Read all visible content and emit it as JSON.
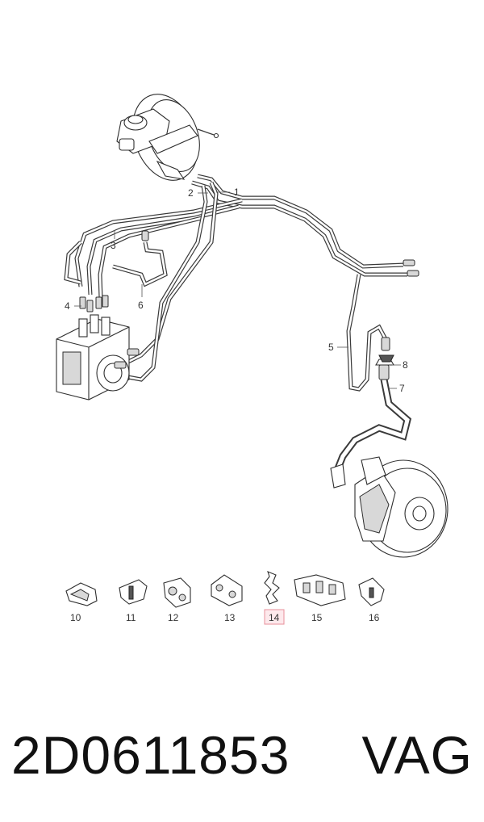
{
  "callouts": {
    "c1": "1",
    "c2": "2",
    "c3": "3",
    "c4": "4",
    "c5": "5",
    "c6": "6",
    "c7": "7",
    "c8": "8",
    "c10": "10",
    "c11": "11",
    "c12": "12",
    "c13": "13",
    "c14": "14",
    "c15": "15",
    "c16": "16"
  },
  "highlighted_callout": "14",
  "highlight_color": "#e8909b",
  "footer": {
    "part_number": "2D0611853",
    "brand": "VAG"
  }
}
